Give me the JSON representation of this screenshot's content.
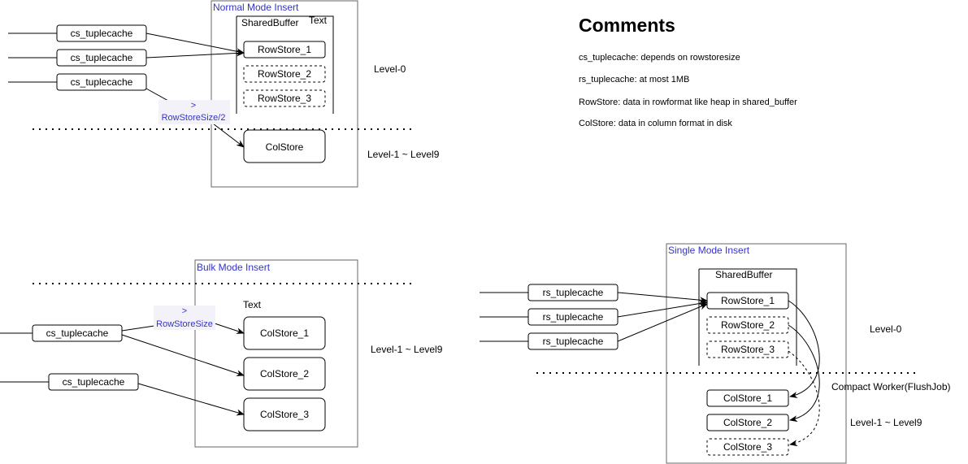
{
  "normal": {
    "title": "Normal Mode Insert",
    "shared_buffer": "SharedBuffer",
    "text": "Text",
    "caches": [
      "cs_tuplecache",
      "cs_tuplecache",
      "cs_tuplecache"
    ],
    "rowstores": [
      "RowStore_1",
      "RowStore_2",
      "RowStore_3"
    ],
    "edge_label_1": ">",
    "edge_label_2": "RowStoreSize/2",
    "colstore": "ColStore",
    "level0": "Level-0",
    "level19": "Level-1 ~ Level9"
  },
  "comments": {
    "title": "Comments",
    "lines": [
      "cs_tuplecache: depends on rowstoresize",
      "rs_tuplecache:  at most 1MB",
      "RowStore: data in rowformat like heap in shared_buffer",
      "ColStore: data in column format in disk"
    ]
  },
  "bulk": {
    "title": "Bulk Mode Insert",
    "text": "Text",
    "caches": [
      "cs_tuplecache",
      "cs_tuplecache"
    ],
    "edge_label_1": ">",
    "edge_label_2": "RowStoreSize",
    "colstores": [
      "ColStore_1",
      "ColStore_2",
      "ColStore_3"
    ],
    "level19": "Level-1 ~ Level9"
  },
  "single": {
    "title": "Single Mode Insert",
    "shared_buffer": "SharedBuffer",
    "caches": [
      "rs_tuplecache",
      "rs_tuplecache",
      "rs_tuplecache"
    ],
    "rowstores": [
      "RowStore_1",
      "RowStore_2",
      "RowStore_3"
    ],
    "colstores": [
      "ColStore_1",
      "ColStore_2",
      "ColStore_3"
    ],
    "level0": "Level-0",
    "compact": "Compact Worker(FlushJob)",
    "level19": "Level-1 ~ Level9"
  },
  "colors": {
    "title_blue": "#3333cc",
    "line": "#000000",
    "frame": "#666666"
  }
}
